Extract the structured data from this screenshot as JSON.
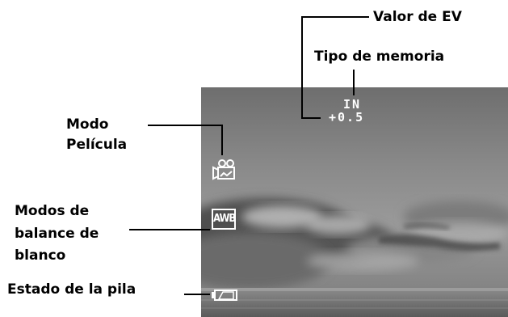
{
  "callouts": {
    "ev_value": "Valor de EV",
    "memory_type": "Tipo de memoria",
    "movie_mode_line1": "Modo",
    "movie_mode_line2": "Película",
    "wb_modes_line1": "Modos de",
    "wb_modes_line2": "balance de",
    "wb_modes_line3": "blanco",
    "battery_status": "Estado de la pila"
  },
  "screen_osd": {
    "memory_indicator": "IN",
    "ev_indicator": "+0.5",
    "wb_indicator": "AWB",
    "movie_icon": "movie-camera-icon",
    "battery_icon": "battery-icon"
  }
}
